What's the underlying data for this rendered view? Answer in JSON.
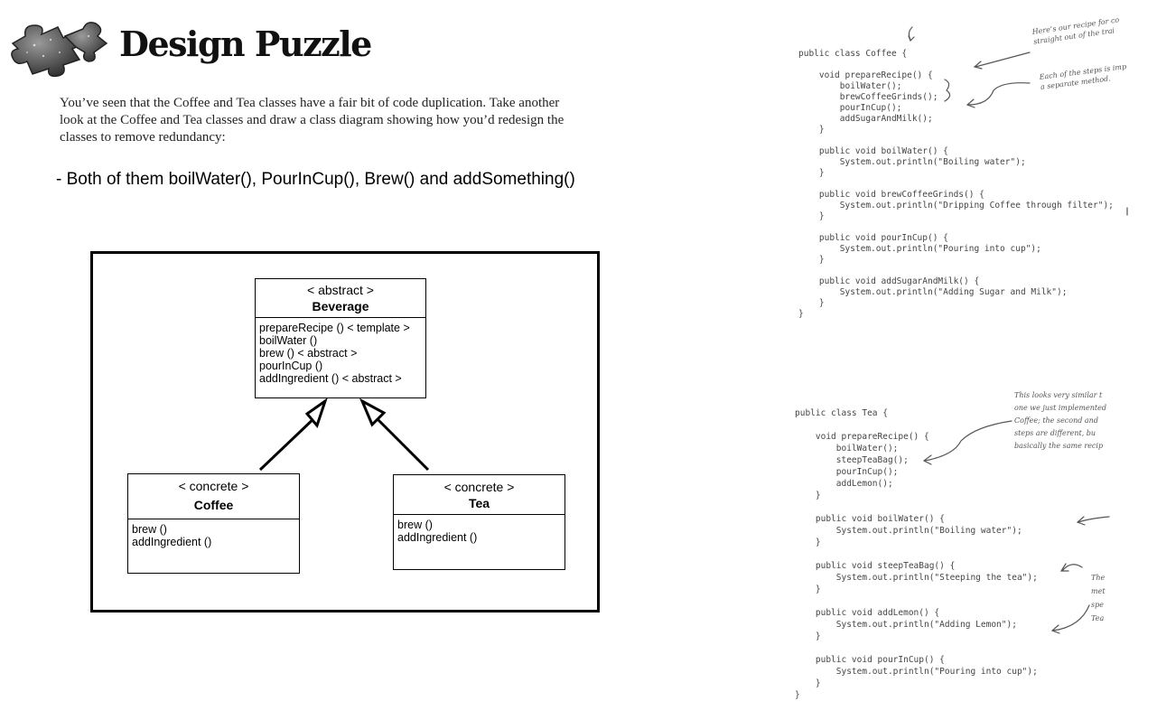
{
  "page": {
    "heading": "Design Puzzle",
    "intro": "You’ve seen that the Coffee and Tea classes have a fair bit of code duplication. Take another look at the Coffee and Tea classes and draw a class diagram showing how you’d redesign the classes to remove redundancy:",
    "answer": "- Both of them boilWater(), PourInCup(), Brew() and addSomething()"
  },
  "diagram": {
    "beverage": {
      "stereotype": "< abstract >",
      "name": "Beverage",
      "methods": [
        "prepareRecipe ()  < template >",
        "boilWater ()",
        "brew () < abstract >",
        "pourInCup ()",
        "addIngredient () < abstract >"
      ]
    },
    "coffee": {
      "stereotype": "< concrete >",
      "name": "Coffee",
      "methods": [
        "brew ()",
        "addIngredient ()"
      ]
    },
    "tea": {
      "stereotype": "< concrete >",
      "name": "Tea",
      "methods": [
        "brew ()",
        "addIngredient ()"
      ]
    }
  },
  "code": {
    "coffee_lines": [
      "public class Coffee {",
      "",
      "    void prepareRecipe() {",
      "        boilWater();",
      "        brewCoffeeGrinds();",
      "        pourInCup();",
      "        addSugarAndMilk();",
      "    }",
      "",
      "    public void boilWater() {",
      "        System.out.println(\"Boiling water\");",
      "    }",
      "",
      "    public void brewCoffeeGrinds() {",
      "        System.out.println(\"Dripping Coffee through filter\");",
      "    }",
      "",
      "    public void pourInCup() {",
      "        System.out.println(\"Pouring into cup\");",
      "    }",
      "",
      "    public void addSugarAndMilk() {",
      "        System.out.println(\"Adding Sugar and Milk\");",
      "    }",
      "}"
    ],
    "tea_lines": [
      "public class Tea {",
      "",
      "    void prepareRecipe() {",
      "        boilWater();",
      "        steepTeaBag();",
      "        pourInCup();",
      "        addLemon();",
      "    }",
      "",
      "    public void boilWater() {",
      "        System.out.println(\"Boiling water\");",
      "    }",
      "",
      "    public void steepTeaBag() {",
      "        System.out.println(\"Steeping the tea\");",
      "    }",
      "",
      "    public void addLemon() {",
      "        System.out.println(\"Adding Lemon\");",
      "    }",
      "",
      "    public void pourInCup() {",
      "        System.out.println(\"Pouring into cup\");",
      "    }",
      "}"
    ]
  },
  "notes": {
    "recipe": "Here’s our recipe for co\nstraight out of the trai",
    "steps": "Each of the steps is imp\na separate method.",
    "similar": "This looks very similar t\none we just implemented\nCoffee; the second and\nsteps are different, bu\nbasically the same recip",
    "methods": "The\nmet\nspe\nTea"
  }
}
